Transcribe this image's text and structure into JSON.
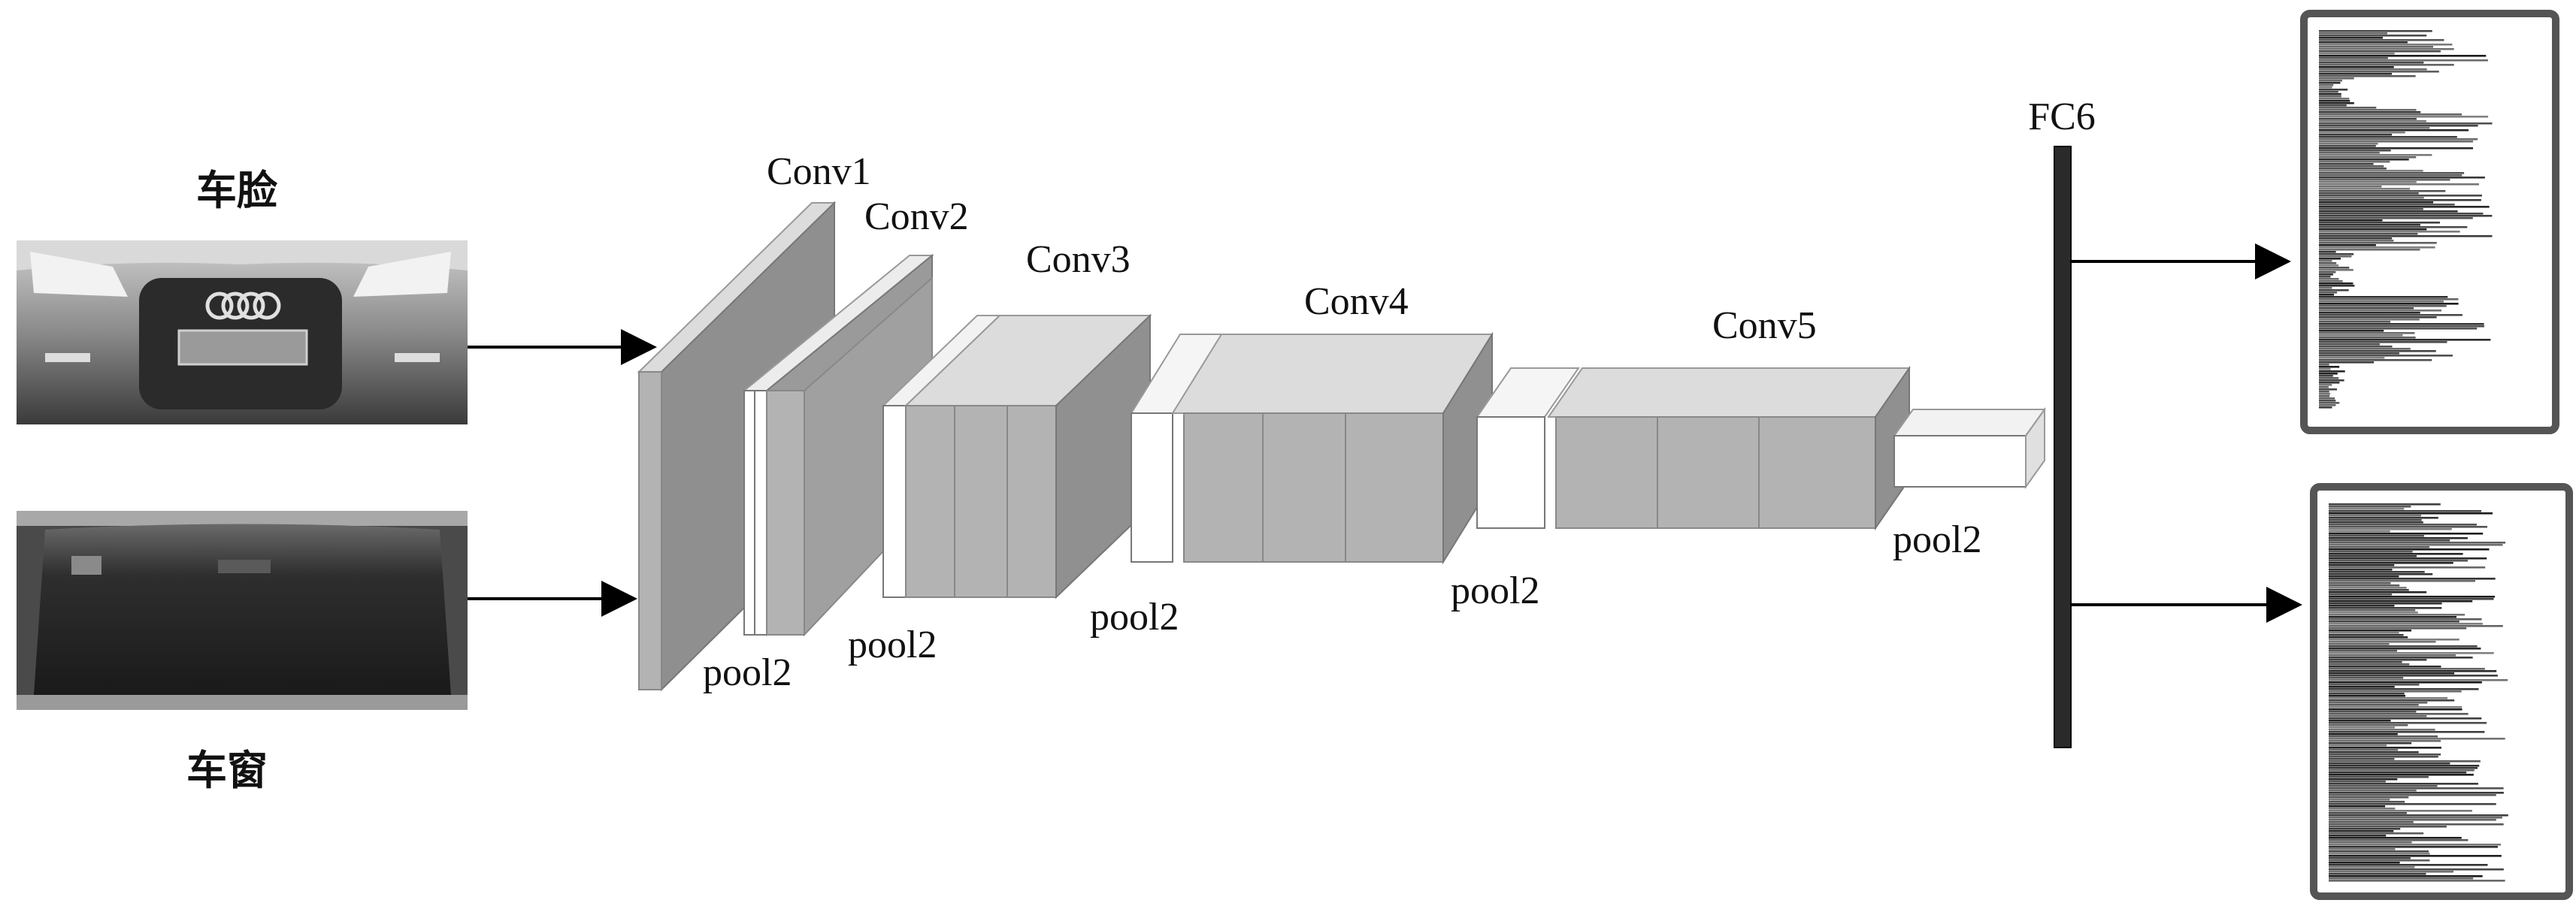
{
  "inputs": {
    "face_label": "车脸",
    "window_label": "车窗"
  },
  "layers": {
    "conv1": "Conv1",
    "conv2": "Conv2",
    "conv3": "Conv3",
    "conv4": "Conv4",
    "conv5": "Conv5",
    "fc6": "FC6"
  },
  "pools": {
    "pool_a": "pool2",
    "pool_b": "pool2",
    "pool_c": "pool2",
    "pool_d": "pool2",
    "pool_e": "pool2"
  },
  "colors": {
    "block_fill": "#b3b3b3",
    "block_top": "#dcdcdc",
    "block_side": "#8f8f8f",
    "pool_fill": "#ffffff",
    "fc_bar": "#2a2a2a",
    "arrow": "#000000"
  }
}
